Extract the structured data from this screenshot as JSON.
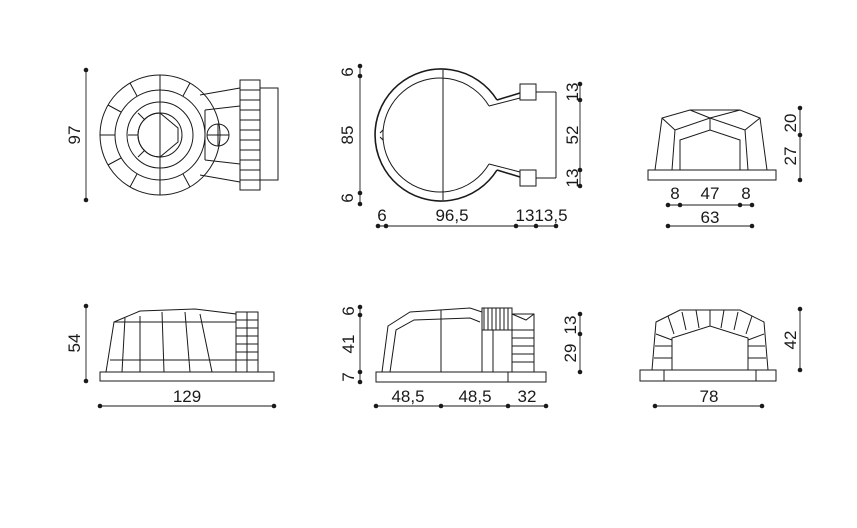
{
  "top_left": {
    "height": "97"
  },
  "top_mid": {
    "left_top": "6",
    "left_mid": "85",
    "left_bot": "6",
    "right_top": "13",
    "right_mid": "52",
    "right_bot": "13",
    "bot_a": "6",
    "bot_b": "96,5",
    "bot_c": "13",
    "bot_d": "13,5"
  },
  "top_right": {
    "w_a": "8",
    "w_b": "47",
    "w_c": "8",
    "w_total": "63",
    "h_top": "20",
    "h_bot": "27"
  },
  "bot_left": {
    "height": "54",
    "width": "129"
  },
  "bot_mid": {
    "l_top": "6",
    "l_mid": "41",
    "l_bot": "7",
    "r_top": "13",
    "r_bot": "29",
    "w_a": "48,5",
    "w_b": "48,5",
    "w_c": "32"
  },
  "bot_right": {
    "height": "42",
    "width": "78"
  }
}
